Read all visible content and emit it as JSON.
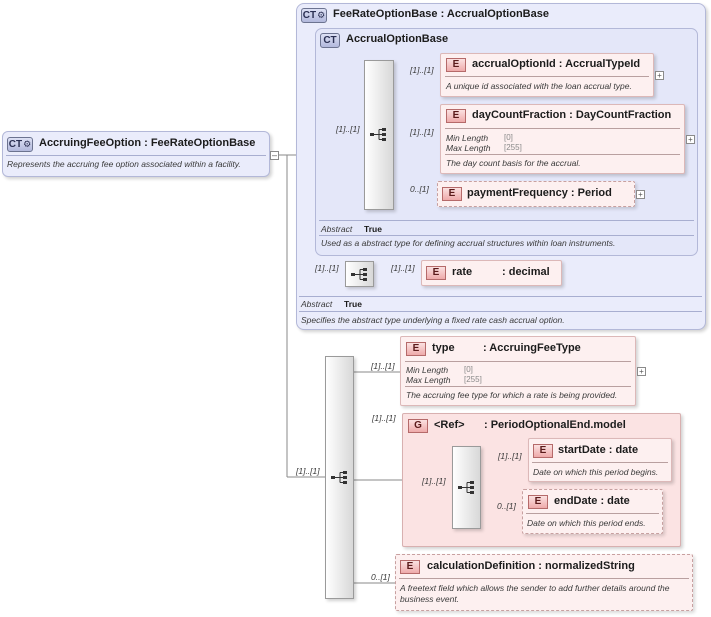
{
  "root": {
    "badge": "CT",
    "title": "AccruingFeeOption : FeeRateOptionBase",
    "doc": "Represents the accruing fee option associated within a facility."
  },
  "fee_rate_base": {
    "badge": "CT",
    "title": "FeeRateOptionBase : AccrualOptionBase",
    "abstract_label": "Abstract",
    "abstract_value": "True",
    "doc": "Specifies the abstract type underlying a fixed rate cash accrual option."
  },
  "accrual_base": {
    "badge": "CT",
    "title": "AccrualOptionBase",
    "abstract_label": "Abstract",
    "abstract_value": "True",
    "doc": "Used as a abstract type for defining accrual structures within loan instruments."
  },
  "cardinalities": {
    "accrual_seq": "[1]..[1]",
    "accrual_option_id": "[1]..[1]",
    "day_count": "[1]..[1]",
    "payment_freq": "0..[1]",
    "rate_seq": "[1]..[1]",
    "rate": "[1]..[1]",
    "main_seq": "[1]..[1]",
    "type": "[1]..[1]",
    "period_group": "[1]..[1]",
    "period_seq": "[1]..[1]",
    "start_date": "[1]..[1]",
    "end_date": "0..[1]",
    "calc_def": "0..[1]"
  },
  "elements": {
    "accrual_option_id": {
      "badge": "E",
      "title": "accrualOptionId : AccrualTypeId",
      "doc": "A unique id associated with the loan accrual type."
    },
    "day_count_fraction": {
      "badge": "E",
      "title": "dayCountFraction : DayCountFraction",
      "min_label": "Min Length",
      "min_value": "[0]",
      "max_label": "Max Length",
      "max_value": "[255]",
      "doc": "The day count basis for the accrual."
    },
    "payment_frequency": {
      "badge": "E",
      "title": "paymentFrequency : Period"
    },
    "rate": {
      "badge": "E",
      "name": "rate",
      "type": ": decimal"
    },
    "type": {
      "badge": "E",
      "name": "type",
      "type_name": ": AccruingFeeType",
      "min_label": "Min Length",
      "min_value": "[0]",
      "max_label": "Max Length",
      "max_value": "[255]",
      "doc": "The accruing fee type for which a rate is being provided."
    },
    "period_group": {
      "badge": "G",
      "ref": "<Ref>",
      "type_name": ": PeriodOptionalEnd.model"
    },
    "start_date": {
      "badge": "E",
      "title": "startDate : date",
      "doc": "Date on which this period begins."
    },
    "end_date": {
      "badge": "E",
      "title": "endDate : date",
      "doc": "Date on which this period ends."
    },
    "calculation_definition": {
      "badge": "E",
      "title": "calculationDefinition : normalizedString",
      "doc": "A freetext field which allows the sender to add further details around the business event."
    }
  },
  "colors": {
    "ct_fill": "#eaecfb",
    "element_fill": "#fdf0f0",
    "group_fill": "#fbe3e3",
    "connector": "#8a8a8a"
  }
}
